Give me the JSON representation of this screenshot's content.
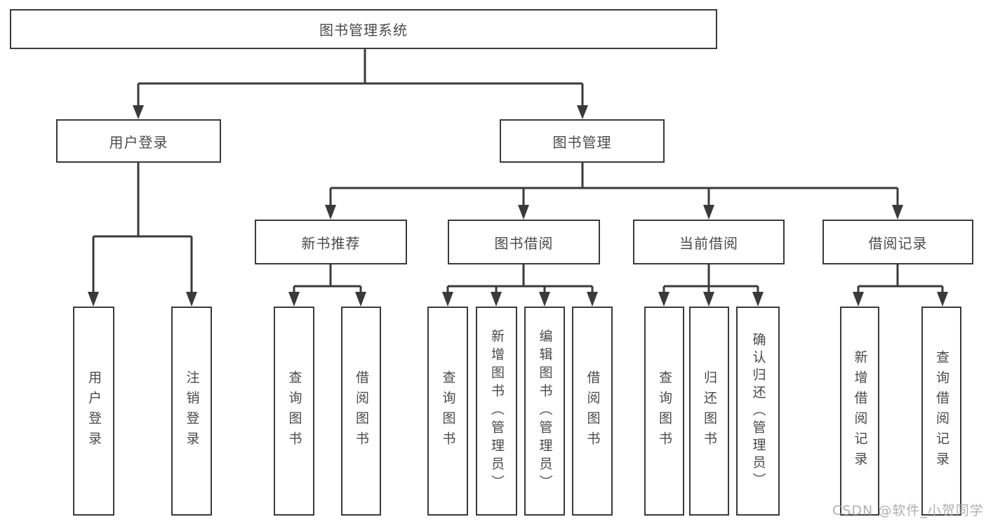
{
  "diagram_title": "图书管理系统",
  "colors": {
    "line": "#3a3a3a",
    "box_border": "#3a3a3a",
    "box_text": "#4a4a4a",
    "background": "#ffffff",
    "watermark": "#a8a8a8"
  },
  "nodes": {
    "root": "图书管理系统",
    "user_login": "用户登录",
    "book_management": "图书管理",
    "new_book_recommend": "新书推荐",
    "book_borrowing": "图书借阅",
    "current_borrowing": "当前借阅",
    "borrowing_records": "借阅记录",
    "login_leaf_1": "用户登录",
    "login_leaf_2": "注销登录",
    "recommend_leaf_1": "查询图书",
    "recommend_leaf_2": "借阅图书",
    "borrowing_leaf_1": "查询图书",
    "borrowing_leaf_2": "新增图书（管理员）",
    "borrowing_leaf_3": "编辑图书（管理员）",
    "borrowing_leaf_4": "借阅图书",
    "current_leaf_1": "查询图书",
    "current_leaf_2": "归还图书",
    "current_leaf_3": "确认归还（管理员）",
    "records_leaf_1": "新增借阅记录",
    "records_leaf_2": "查询借阅记录"
  },
  "watermark": "CSDN @软件_小贺同学"
}
